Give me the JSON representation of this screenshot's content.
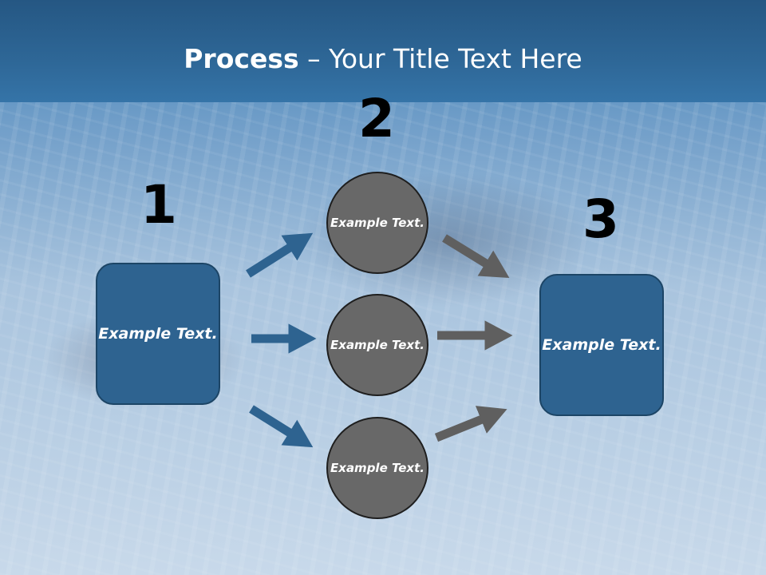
{
  "slide": {
    "title_bold": "Process",
    "title_rest": " – Your Title Text Here"
  },
  "steps": [
    {
      "number": "1",
      "label": "Example Text."
    },
    {
      "number": "2"
    },
    {
      "number": "3",
      "label": "Example Text."
    }
  ],
  "circles": [
    {
      "label": "Example Text."
    },
    {
      "label": "Example Text."
    },
    {
      "label": "Example Text."
    }
  ],
  "colors": {
    "header": "#2e6797",
    "box_fill": "#2e6390",
    "circle_fill": "#686868",
    "arrow_blue": "#2e6390",
    "arrow_gray": "#5f5f5f"
  }
}
